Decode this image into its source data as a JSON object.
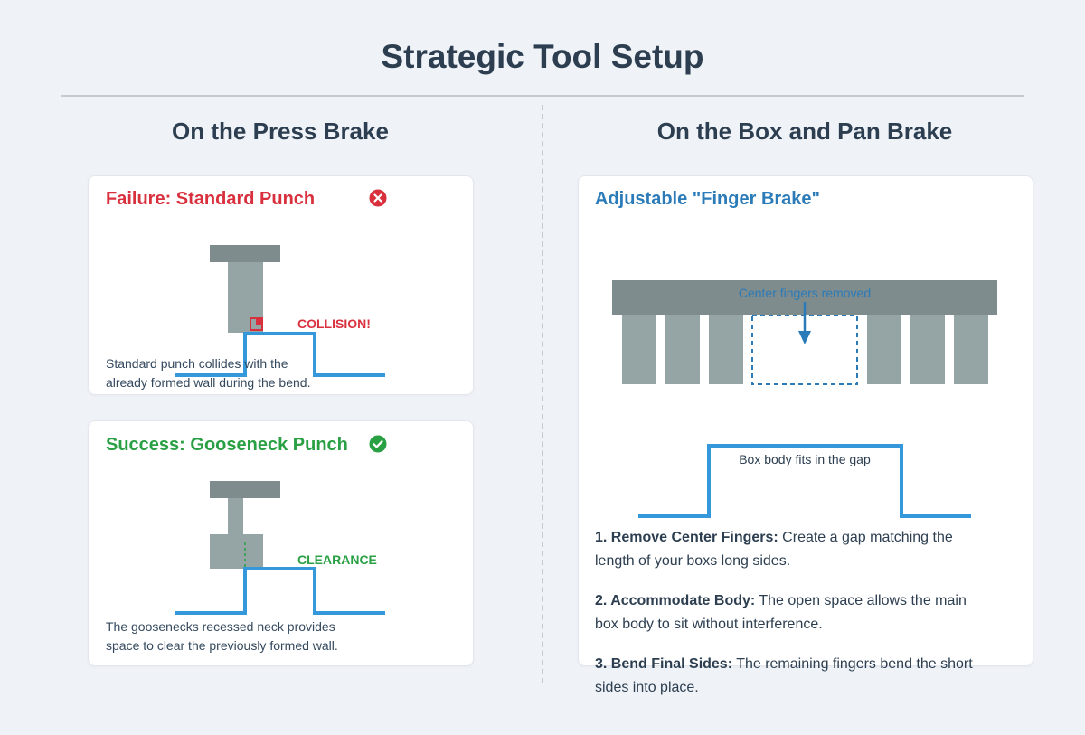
{
  "title": "Strategic Tool Setup",
  "left_column": {
    "heading": "On the Press Brake",
    "failure_card": {
      "title": "Failure: Standard Punch",
      "status_icon": "x-circle-icon",
      "label": "COLLISION!",
      "caption_line1": "Standard punch collides with the",
      "caption_line2": "already formed wall during the bend."
    },
    "success_card": {
      "title": "Success: Gooseneck Punch",
      "status_icon": "check-circle-icon",
      "label": "CLEARANCE",
      "caption_line1": "The goosenecks recessed neck provides",
      "caption_line2": "space to clear the previously formed wall."
    }
  },
  "right_column": {
    "heading": "On the Box and Pan Brake",
    "card": {
      "title": "Adjustable \"Finger Brake\"",
      "annotation_top": "Center fingers removed",
      "annotation_bottom": "Box body fits in the gap"
    },
    "steps": [
      {
        "label": "1. Remove Center Fingers:",
        "text": " Create a gap matching the length of your boxs long sides."
      },
      {
        "label": "2. Accommodate Body:",
        "text": " The open space allows the main box body to sit without interference."
      },
      {
        "label": "3. Bend Final Sides:",
        "text": " The remaining fingers bend the short sides into place."
      }
    ]
  },
  "colors": {
    "failure": "#d9303e",
    "success": "#2aa044",
    "accent_blue": "#2b7bb9",
    "sheet_metal": "#3498db",
    "tool_dark": "#7f8c8d",
    "tool_light": "#95a5a6"
  }
}
